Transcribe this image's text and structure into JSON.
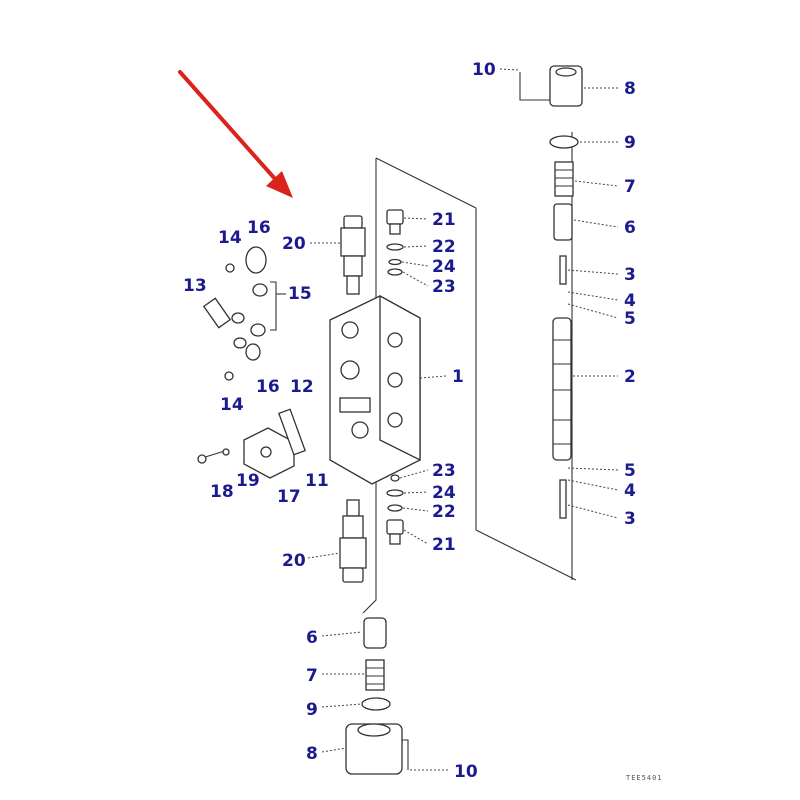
{
  "diagram": {
    "callouts": [
      {
        "id": "c-10-top",
        "label": "10"
      },
      {
        "id": "c-8-top",
        "label": "8"
      },
      {
        "id": "c-9-top",
        "label": "9"
      },
      {
        "id": "c-7-top",
        "label": "7"
      },
      {
        "id": "c-6-top",
        "label": "6"
      },
      {
        "id": "c-3-top",
        "label": "3"
      },
      {
        "id": "c-4-top",
        "label": "4"
      },
      {
        "id": "c-5-top",
        "label": "5"
      },
      {
        "id": "c-2",
        "label": "2"
      },
      {
        "id": "c-5-bot",
        "label": "5"
      },
      {
        "id": "c-4-bot",
        "label": "4"
      },
      {
        "id": "c-3-bot",
        "label": "3"
      },
      {
        "id": "c-1",
        "label": "1"
      },
      {
        "id": "c-21-top",
        "label": "21"
      },
      {
        "id": "c-22-top",
        "label": "22"
      },
      {
        "id": "c-24-top",
        "label": "24"
      },
      {
        "id": "c-23-top",
        "label": "23"
      },
      {
        "id": "c-23-bot",
        "label": "23"
      },
      {
        "id": "c-24-bot",
        "label": "24"
      },
      {
        "id": "c-22-bot",
        "label": "22"
      },
      {
        "id": "c-21-bot",
        "label": "21"
      },
      {
        "id": "c-20-top",
        "label": "20"
      },
      {
        "id": "c-20-bot",
        "label": "20"
      },
      {
        "id": "c-14-top",
        "label": "14"
      },
      {
        "id": "c-16-top",
        "label": "16"
      },
      {
        "id": "c-13",
        "label": "13"
      },
      {
        "id": "c-15",
        "label": "15"
      },
      {
        "id": "c-16-bot",
        "label": "16"
      },
      {
        "id": "c-14-bot",
        "label": "14"
      },
      {
        "id": "c-12",
        "label": "12"
      },
      {
        "id": "c-11",
        "label": "11"
      },
      {
        "id": "c-17",
        "label": "17"
      },
      {
        "id": "c-18",
        "label": "18"
      },
      {
        "id": "c-19",
        "label": "19"
      },
      {
        "id": "c-6-bot",
        "label": "6"
      },
      {
        "id": "c-7-bot",
        "label": "7"
      },
      {
        "id": "c-9-bot",
        "label": "9"
      },
      {
        "id": "c-8-bot",
        "label": "8"
      },
      {
        "id": "c-10-bot",
        "label": "10"
      }
    ],
    "reference_code": "TEE5401",
    "colors": {
      "callout": "#1b1b8f",
      "arrow": "#d9231c",
      "line": "#333333"
    }
  }
}
